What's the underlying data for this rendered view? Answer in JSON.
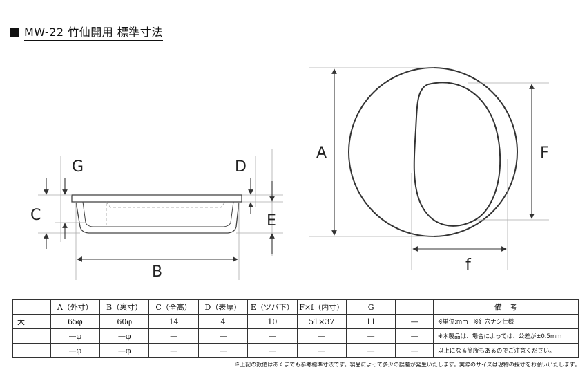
{
  "title": "MW-22 竹仙開用 標準寸法",
  "dim_labels": {
    "A": "A",
    "B": "B",
    "C": "C",
    "D": "D",
    "E": "E",
    "F": "F",
    "f": "f",
    "G": "G"
  },
  "table": {
    "headers": [
      "",
      "A（外寸）",
      "B（裏寸）",
      "C（全高）",
      "D（表厚）",
      "E（ツバ下）",
      "F×f（内寸）",
      "G",
      "",
      "備　考"
    ],
    "rows": [
      [
        "大",
        "65φ",
        "60φ",
        "14",
        "4",
        "10",
        "51×37",
        "11",
        "—"
      ],
      [
        "",
        "—φ",
        "—φ",
        "—",
        "—",
        "—",
        "—",
        "—",
        "—"
      ],
      [
        "",
        "—φ",
        "—φ",
        "—",
        "—",
        "—",
        "—",
        "—",
        "—"
      ]
    ],
    "notes": [
      "※単位:mm　※釘穴ナシ仕様",
      "※木製品は、場合によっては、公差が±0.5mm",
      "以上になる箇所もあるのでご注意ください。"
    ]
  },
  "footnote": "※上記の数値はあくまでも参考標準寸法です。製品によって多少の誤差が発生いたします。実際のサイズは現物の採寸をお願いいたします。"
}
